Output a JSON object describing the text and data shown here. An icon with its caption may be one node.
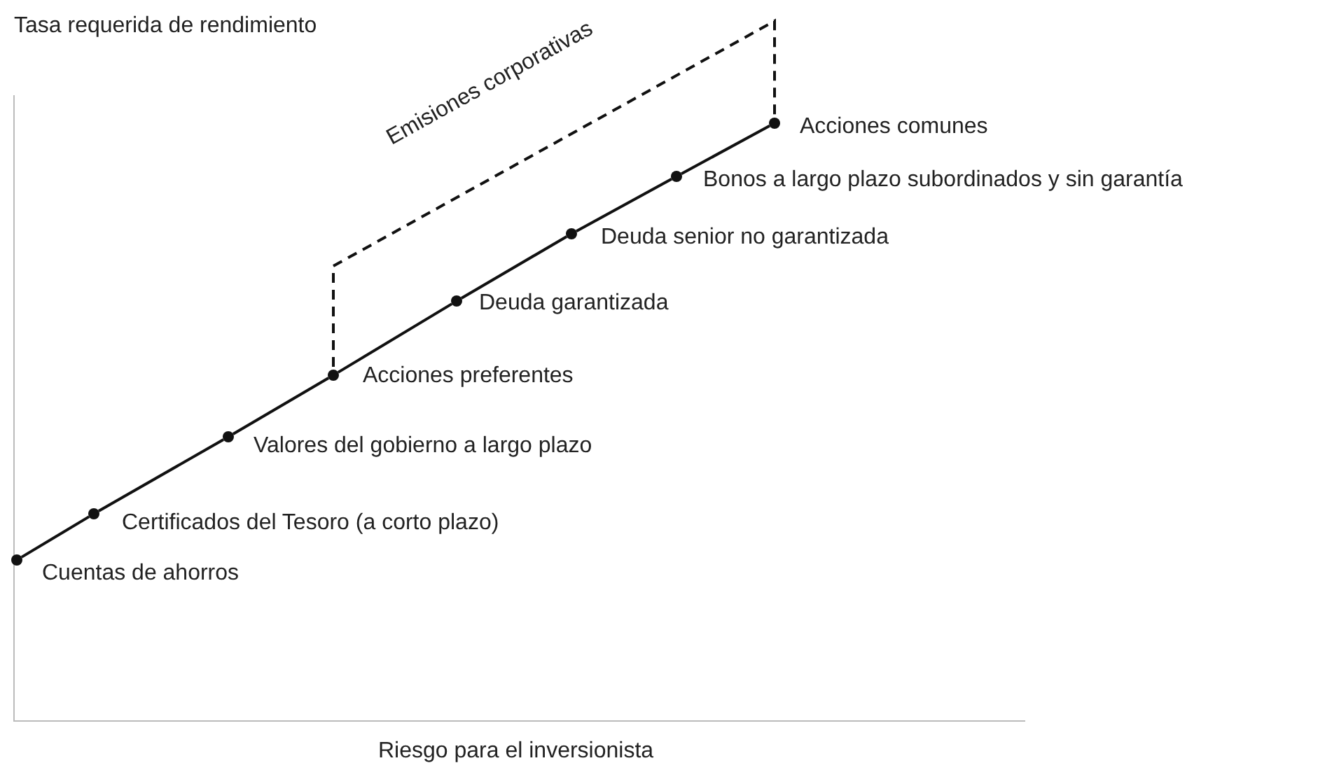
{
  "diagram": {
    "nodes": [
      {
        "text": [],
        "shape": "circle",
        "beside": [
          "Cuentas de ahorros"
        ]
      },
      {
        "text": [],
        "shape": "circle",
        "beside": [
          "Certificados del Tesoro (a corto plazo)"
        ]
      },
      {
        "text": [],
        "shape": "circle",
        "beside": [
          "Valores del gobierno a largo plazo"
        ]
      },
      {
        "text": [],
        "shape": "circle",
        "beside": [
          "Acciones preferentes"
        ]
      },
      {
        "text": [],
        "shape": "circle",
        "beside": [
          "Deuda garantizada"
        ]
      },
      {
        "text": [],
        "shape": "circle",
        "beside": [
          "Deuda senior no garantizada"
        ]
      },
      {
        "text": [],
        "shape": "circle",
        "beside": [
          "Bonos a largo plazo subordinados y sin garantía"
        ]
      },
      {
        "text": [],
        "shape": "circle",
        "beside": [
          "Acciones comunes"
        ]
      }
    ],
    "edges": [
      {
        "from": 0,
        "to": 1,
        "arrow": "none"
      },
      {
        "from": 1,
        "to": 2,
        "arrow": "none"
      },
      {
        "from": 2,
        "to": 3,
        "arrow": "none"
      },
      {
        "from": 3,
        "to": 4,
        "arrow": "none"
      },
      {
        "from": 4,
        "to": 5,
        "arrow": "none"
      },
      {
        "from": 5,
        "to": 6,
        "arrow": "none"
      },
      {
        "from": 6,
        "to": 7,
        "arrow": "none"
      }
    ],
    "labels": [
      "Tasa requerida de rendimiento",
      "Emisiones corporativas",
      "Riesgo para el inversionista"
    ]
  }
}
